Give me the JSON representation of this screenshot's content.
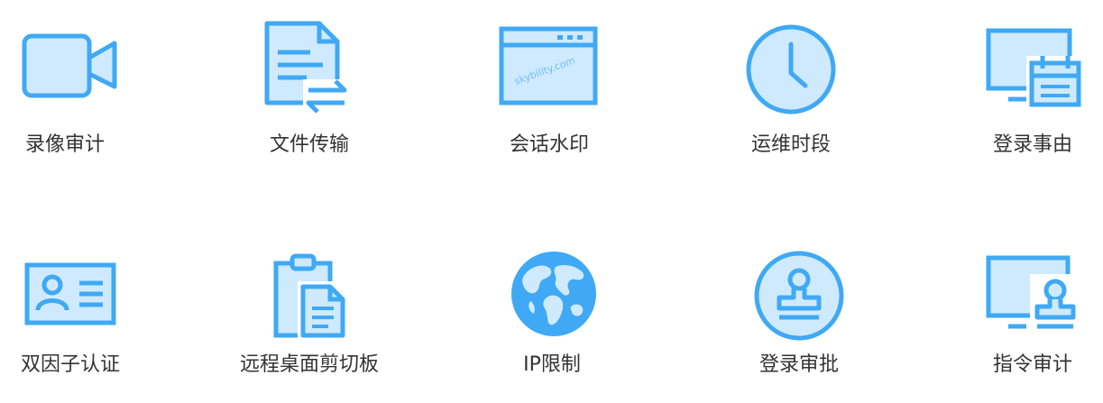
{
  "colors": {
    "stroke": "#3fa9f5",
    "fill": "#cfeaff",
    "text": "#333333"
  },
  "features": [
    {
      "label": "录像审计",
      "icon": "video-camera-icon"
    },
    {
      "label": "文件传输",
      "icon": "file-transfer-icon"
    },
    {
      "label": "会话水印",
      "icon": "watermark-window-icon",
      "watermark_text": "skybility.com"
    },
    {
      "label": "运维时段",
      "icon": "clock-icon"
    },
    {
      "label": "登录事由",
      "icon": "monitor-calendar-icon"
    },
    {
      "label": "双因子认证",
      "icon": "id-card-icon"
    },
    {
      "label": "远程桌面剪切板",
      "icon": "clipboard-icon"
    },
    {
      "label": "IP限制",
      "icon": "globe-icon"
    },
    {
      "label": "登录审批",
      "icon": "stamp-icon"
    },
    {
      "label": "指令审计",
      "icon": "monitor-stamp-icon"
    }
  ]
}
